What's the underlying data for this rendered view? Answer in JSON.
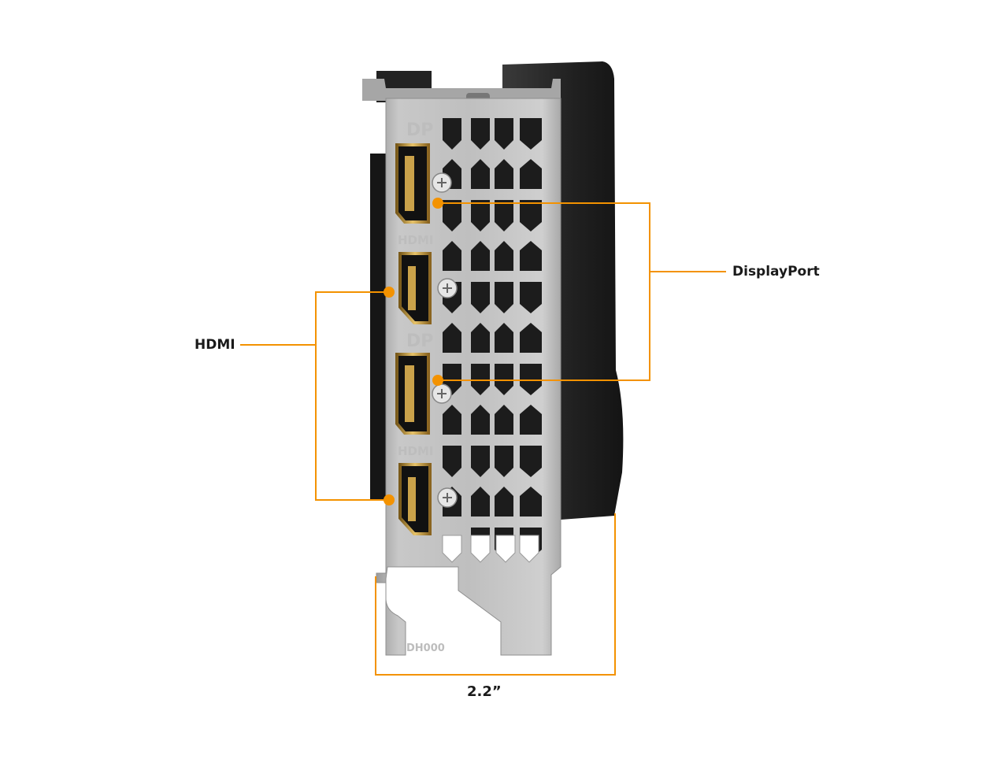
{
  "callouts": {
    "displayport": "DisplayPort",
    "hdmi": "HDMI",
    "width": "2.2”"
  },
  "bracket_markings": {
    "ports": [
      "DP",
      "HDMI",
      "DP",
      "HDMI"
    ],
    "part_code": "DH000"
  },
  "colors": {
    "accent": "#f39200",
    "bracket": "#b9b9b9",
    "cooler": "#1e1e1e",
    "label_text": "#1a1a1a"
  }
}
